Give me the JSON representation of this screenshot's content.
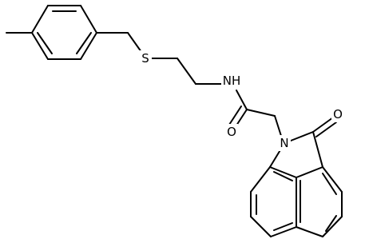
{
  "diagram": {
    "type": "skeletal-structure",
    "atom_labels": {
      "sulfur": "S",
      "amide_nitrogen": "NH",
      "ring_nitrogen": "N",
      "amide_oxygen": "O",
      "lactam_oxygen": "O"
    },
    "colors": {
      "bond": "#000000",
      "label": "#000000",
      "background": "#ffffff"
    }
  }
}
